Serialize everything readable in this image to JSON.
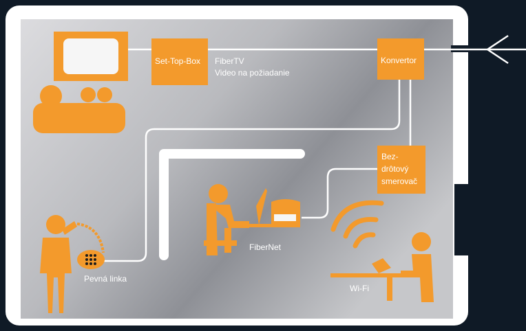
{
  "colors": {
    "background": "#0f1a26",
    "frame": "#ffffff",
    "room_light": "#d9d9dc",
    "room_dark": "#9a9ca2",
    "accent": "#f39a2c",
    "line": "#ffffff"
  },
  "boxes": {
    "stb": "Set-Top-Box",
    "konvertor": "Konvertor",
    "router": [
      "Bez-",
      "drôtový",
      "smerovač"
    ]
  },
  "labels": {
    "fibertv": "FiberTV",
    "vod": "Video na požiadanie",
    "fibernet": "FiberNet",
    "phone": "Pevná linka",
    "wifi": "Wi-Fi"
  },
  "icons": [
    "tv-icon",
    "family-on-sofa-icon",
    "telephone-user-icon",
    "laptop-user-icon",
    "wifi-user-icon",
    "incoming-arrow-icon"
  ]
}
